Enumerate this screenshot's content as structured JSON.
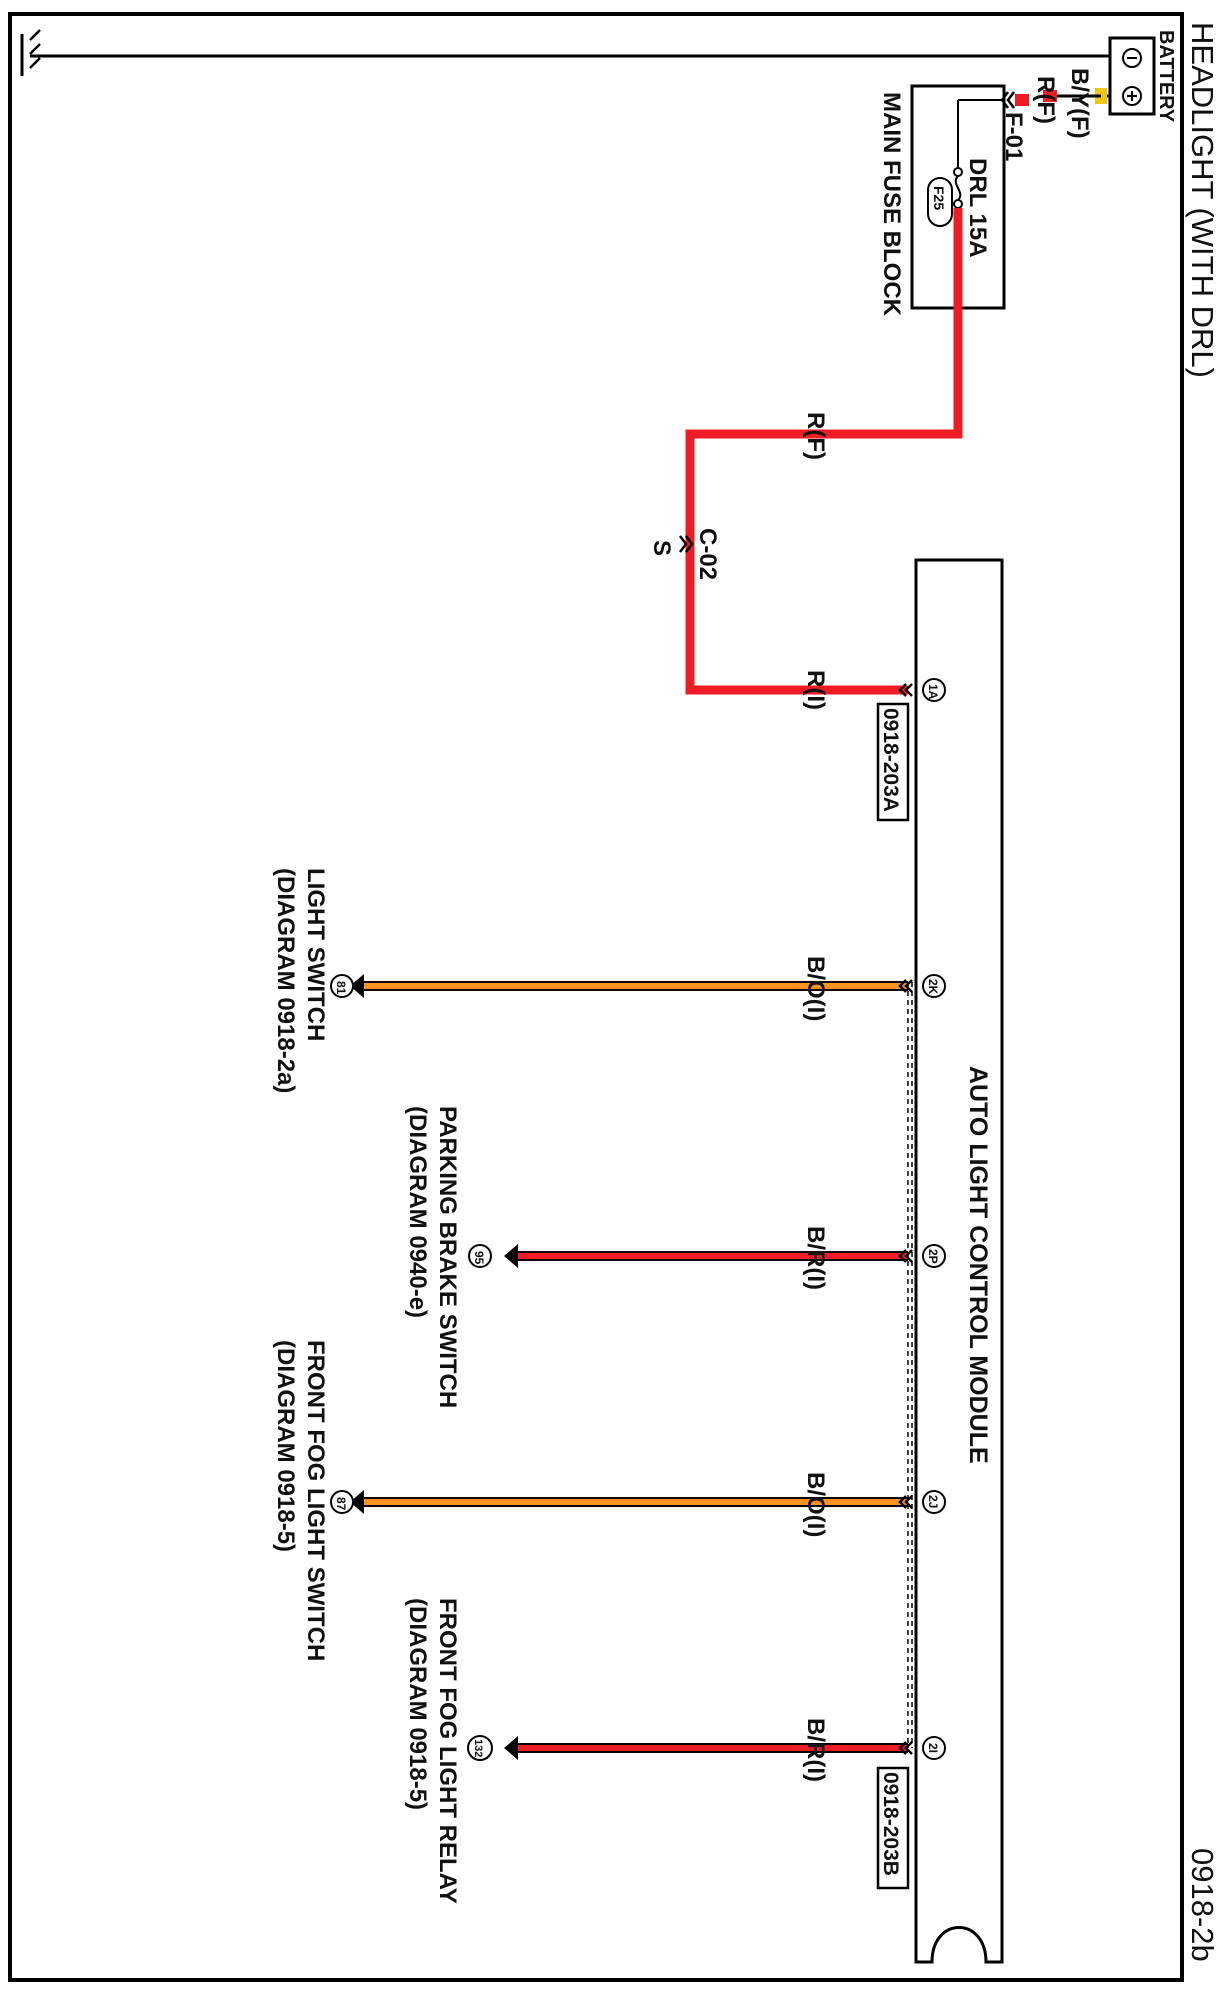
{
  "diagram": {
    "title": "HEADLIGHT (WITH DRL)",
    "page_code": "0918-2b",
    "ground_symbol": "777",
    "battery": {
      "label": "BATTERY",
      "wire": "B/Y(F)"
    },
    "main_fuse_block": {
      "label": "MAIN FUSE BLOCK",
      "fuse_label": "DRL 15A",
      "fuse_id": "F25",
      "input_wire": "R(F)",
      "input_connector": "F-01"
    },
    "wire_to_splice": "R(F)",
    "splice": {
      "connector": "C-02",
      "tag": "S"
    },
    "wire_to_module": "R(I)",
    "module": {
      "label": "AUTO LIGHT CONTROL MODULE",
      "connector_a": "0918-203A",
      "connector_b": "0918-203B"
    },
    "pins": [
      {
        "pin": "1A"
      },
      {
        "pin": "2K",
        "wire": "B/O(I)",
        "dest_pin": "81",
        "dest": "LIGHT SWITCH",
        "dest_ref": "(DIAGRAM 0918-2a)"
      },
      {
        "pin": "2P",
        "wire": "B/R(I)",
        "dest_pin": "95",
        "dest": "PARKING BRAKE SWITCH",
        "dest_ref": "(DIAGRAM 0940-e)"
      },
      {
        "pin": "2J",
        "wire": "B/O(I)",
        "dest_pin": "87",
        "dest": "FRONT FOG LIGHT SWITCH",
        "dest_ref": "(DIAGRAM 0918-5)"
      },
      {
        "pin": "2I",
        "wire": "B/R(I)",
        "dest_pin": "132",
        "dest": "FRONT FOG LIGHT RELAY",
        "dest_ref": "(DIAGRAM 0918-5)"
      }
    ],
    "colors": {
      "red_wire": "#ee1c24",
      "orange_wire": "#f7941d",
      "black": "#000000"
    }
  }
}
